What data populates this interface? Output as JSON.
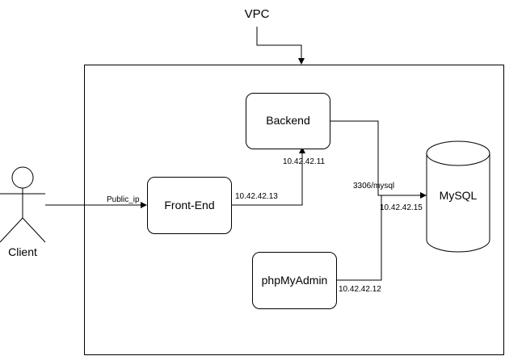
{
  "vpc": {
    "label": "VPC"
  },
  "client": {
    "label": "Client"
  },
  "nodes": {
    "backend": "Backend",
    "frontend": "Front-End",
    "phpmyadmin": "phpMyAdmin",
    "mysql": "MySQL"
  },
  "edges": {
    "client_to_frontend": "Public_ip",
    "frontend_ip": "10.42.42.13",
    "backend_ip": "10.42.42.11",
    "mysql_port": "3306/mysql",
    "mysql_ip": "10.42.42.15",
    "phpmyadmin_ip": "10.42.42.12"
  },
  "colors": {
    "stroke": "#000000",
    "fill": "#ffffff"
  }
}
